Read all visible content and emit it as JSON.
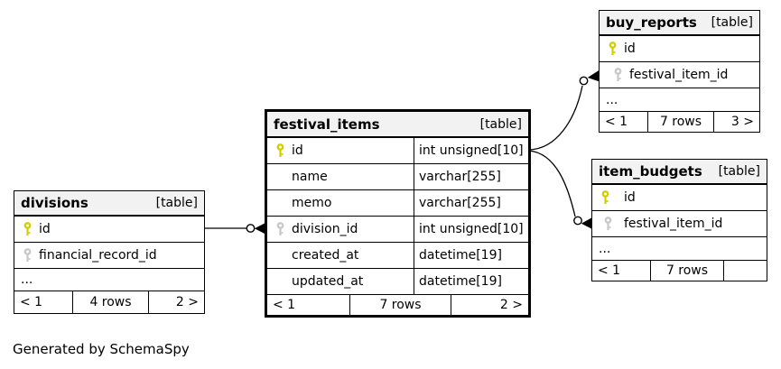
{
  "page": {
    "footer_note": "Generated by SchemaSpy",
    "background": "#ffffff"
  },
  "colors": {
    "primary_key_icon": "#d4ce00",
    "foreign_key_icon": "#c9c9c9",
    "table_header_bg": "#f2f2f2",
    "border": "#000000"
  },
  "tables": {
    "divisions": {
      "name": "divisions",
      "tag": "[table]",
      "columns": [
        {
          "name": "id",
          "key": "primary"
        },
        {
          "name": "financial_record_id",
          "key": "foreign"
        },
        {
          "name": "..."
        }
      ],
      "footer": {
        "left": "< 1",
        "center": "4 rows",
        "right": "2 >"
      }
    },
    "festival_items": {
      "name": "festival_items",
      "tag": "[table]",
      "columns": [
        {
          "name": "id",
          "type": "int unsigned[10]",
          "key": "primary"
        },
        {
          "name": "name",
          "type": "varchar[255]"
        },
        {
          "name": "memo",
          "type": "varchar[255]"
        },
        {
          "name": "division_id",
          "type": "int unsigned[10]",
          "key": "foreign"
        },
        {
          "name": "created_at",
          "type": "datetime[19]"
        },
        {
          "name": "updated_at",
          "type": "datetime[19]"
        }
      ],
      "footer": {
        "left": "< 1",
        "center": "7 rows",
        "right": "2 >"
      }
    },
    "buy_reports": {
      "name": "buy_reports",
      "tag": "[table]",
      "columns": [
        {
          "name": "id",
          "key": "primary"
        },
        {
          "name": "festival_item_id",
          "key": "foreign"
        },
        {
          "name": "..."
        }
      ],
      "footer": {
        "left": "< 1",
        "center": "7 rows",
        "right": "3 >"
      }
    },
    "item_budgets": {
      "name": "item_budgets",
      "tag": "[table]",
      "columns": [
        {
          "name": "id",
          "key": "primary"
        },
        {
          "name": "festival_item_id",
          "key": "foreign"
        },
        {
          "name": "..."
        }
      ],
      "footer": {
        "left": "< 1",
        "center": "7 rows",
        "right": ""
      }
    }
  },
  "relationships": [
    {
      "from": "divisions.id",
      "to": "festival_items.division_id"
    },
    {
      "from": "festival_items.id",
      "to": "buy_reports.festival_item_id"
    },
    {
      "from": "festival_items.id",
      "to": "item_budgets.festival_item_id"
    }
  ]
}
